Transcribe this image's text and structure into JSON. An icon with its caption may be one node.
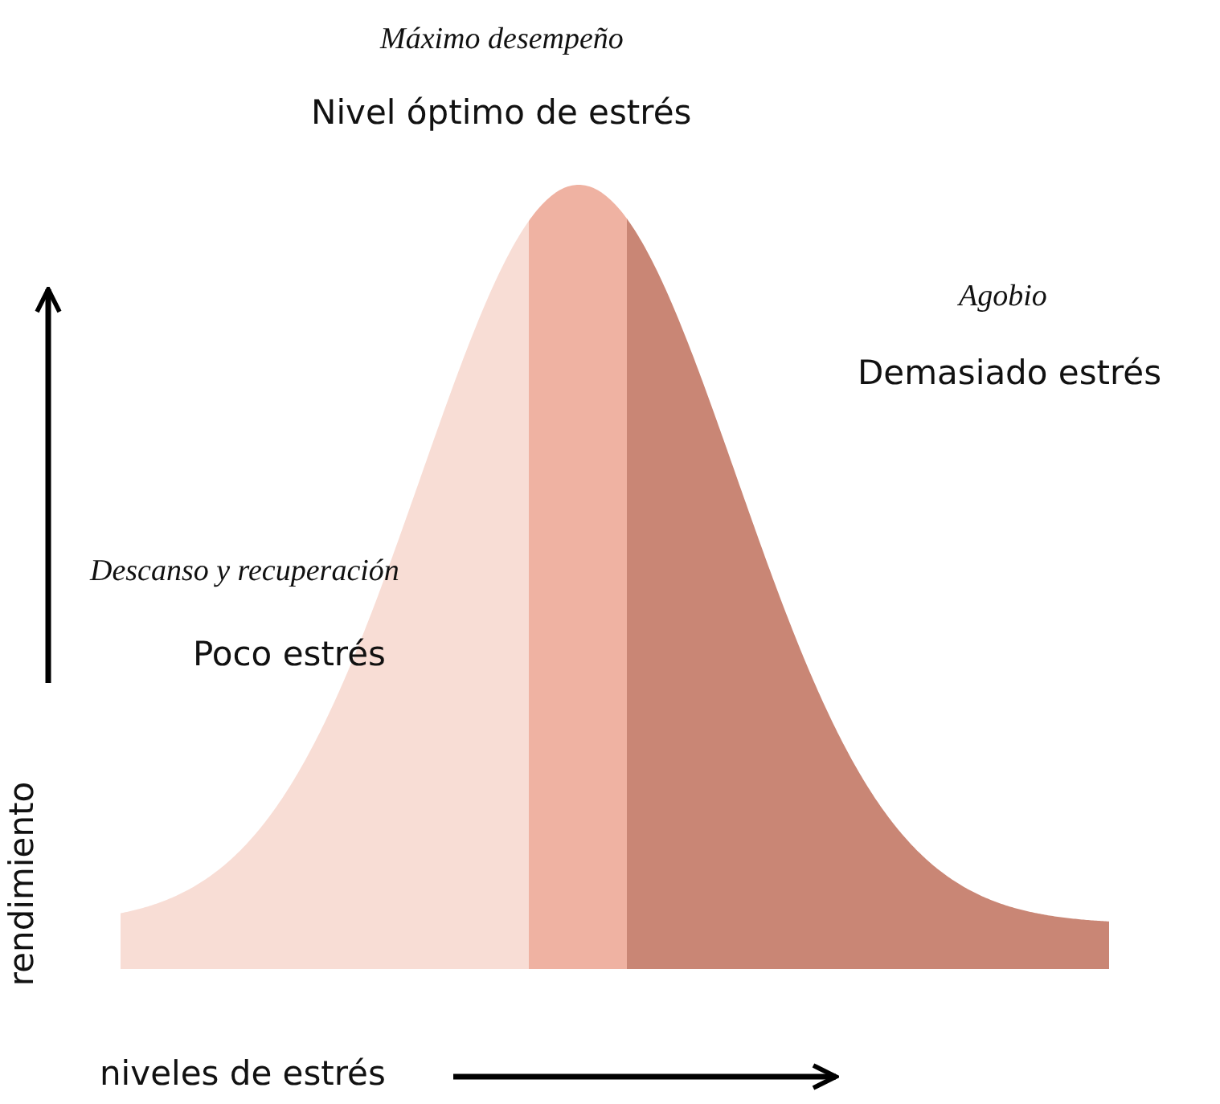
{
  "diagram": {
    "labels": [
      "Máximo desempeño",
      "Nivel óptimo de estrés",
      "Agobio",
      "Demasiado estrés",
      "Descanso y recuperación",
      "Poco estrés",
      "rendimiento",
      "niveles de estrés"
    ]
  }
}
